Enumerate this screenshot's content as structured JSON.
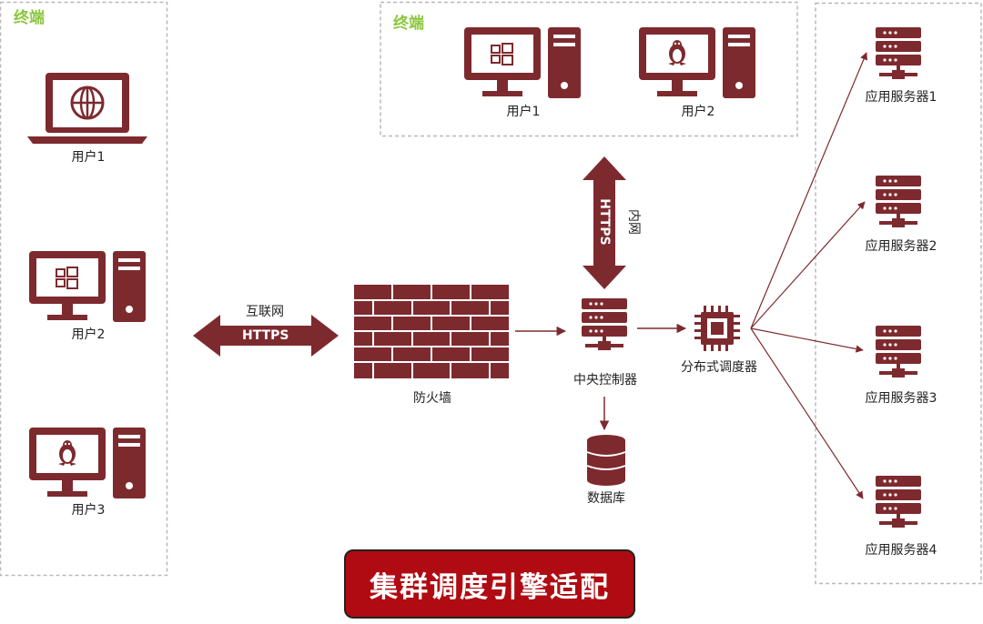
{
  "groups": {
    "left_title": "终端",
    "top_title": "终端"
  },
  "left_users": [
    "用户1",
    "用户2",
    "用户3"
  ],
  "top_users": [
    "用户1",
    "用户2"
  ],
  "links": {
    "internet_label": "互联网",
    "internet_proto": "HTTPS",
    "intranet_label": "内网",
    "intranet_proto": "HTTPS"
  },
  "nodes": {
    "firewall": "防火墙",
    "controller": "中央控制器",
    "database": "数据库",
    "scheduler": "分布式调度器"
  },
  "servers": [
    "应用服务器1",
    "应用服务器2",
    "应用服务器3",
    "应用服务器4"
  ],
  "banner": "集群调度引擎适配",
  "colors": {
    "primary": "#7d2a2f",
    "group_title": "#8cc63f",
    "banner_bg": "#b00b12"
  }
}
